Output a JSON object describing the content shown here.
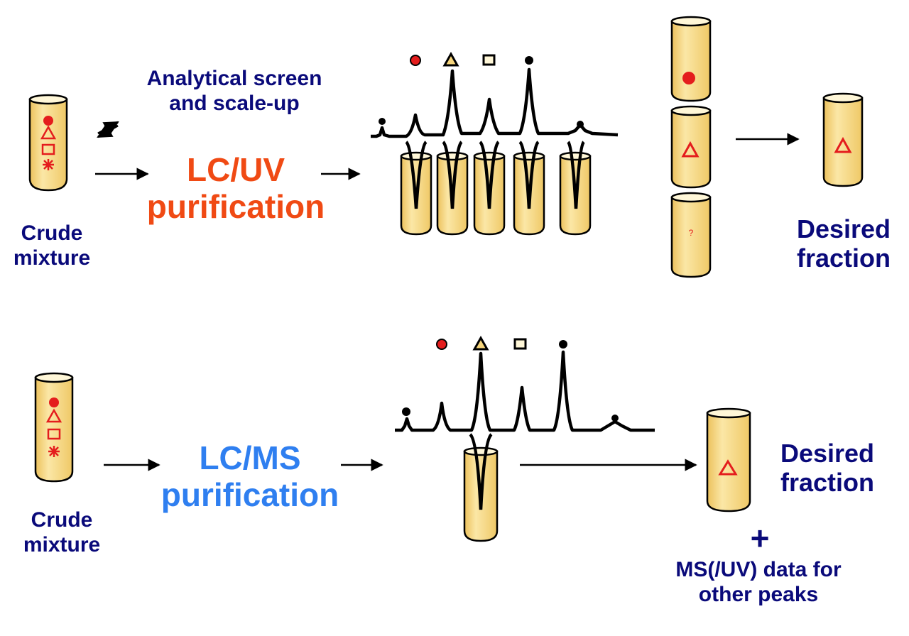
{
  "colors": {
    "navy": "#0a0a7a",
    "lc_uv": "#f04a14",
    "lc_ms": "#2f7ff0",
    "tube_fill": "#f6d57c",
    "marker_red": "#e41d1d"
  },
  "top": {
    "crude_label_1": "Crude",
    "crude_label_2": "mixture",
    "screen_label_1": "Analytical screen",
    "screen_label_2": "and scale-up",
    "method_1": "LC/UV",
    "method_2": "purification",
    "odd_tube_mark": "?",
    "desired_1": "Desired",
    "desired_2": "fraction"
  },
  "bottom": {
    "crude_label_1": "Crude",
    "crude_label_2": "mixture",
    "method_1": "LC/MS",
    "method_2": "purification",
    "desired_1": "Desired",
    "desired_2": "fraction",
    "plus": "+",
    "ms_note_1": "MS(/UV) data for",
    "ms_note_2": "other peaks"
  },
  "icons": [
    "circle-marker-icon",
    "triangle-marker-icon",
    "square-marker-icon",
    "asterisk-marker-icon",
    "arrow-right-icon",
    "double-arrow-icon",
    "test-tube-icon",
    "chromatogram-trace"
  ]
}
